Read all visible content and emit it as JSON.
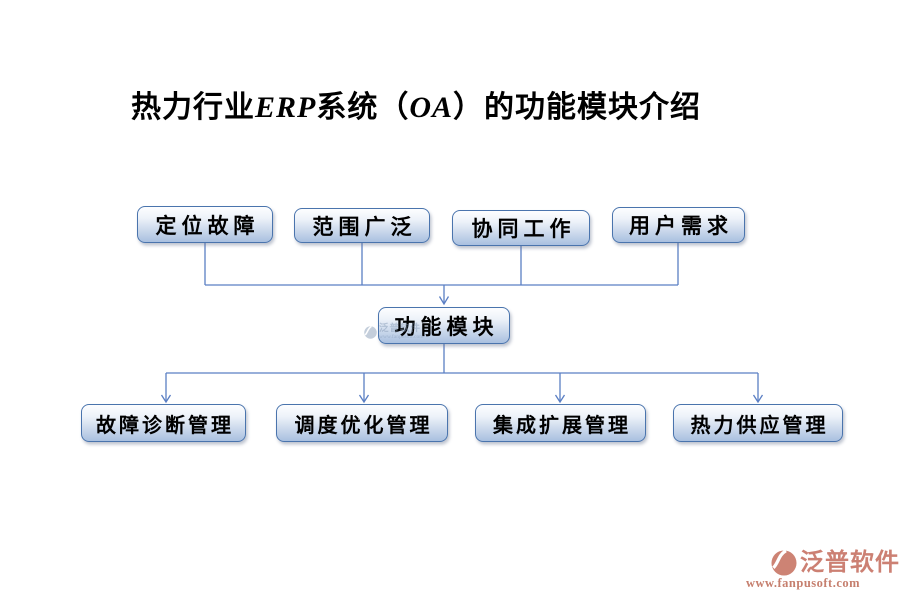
{
  "title": {
    "full": "热力行业ERP系统（OA）的功能模块介绍",
    "parts": [
      "热力行业",
      "ERP",
      "系统（",
      "OA",
      "）的功能模块介绍"
    ]
  },
  "diagram": {
    "top_row": [
      {
        "label": "定位故障"
      },
      {
        "label": "范围广泛"
      },
      {
        "label": "协同工作"
      },
      {
        "label": "用户需求"
      }
    ],
    "center": {
      "label": "功能模块"
    },
    "bottom_row": [
      {
        "label": "故障诊断管理"
      },
      {
        "label": "调度优化管理"
      },
      {
        "label": "集成扩展管理"
      },
      {
        "label": "热力供应管理"
      }
    ],
    "colors": {
      "node_border": "#4a74ad",
      "node_fill_top": "#fdfeff",
      "node_fill_bottom": "#a9c0e0",
      "connector": "#5b7fc4"
    }
  },
  "center_watermark": {
    "text": "泛普软件",
    "url": "www.fanpusoft.com"
  },
  "footer": {
    "brand": "泛普软件",
    "url": "www.fanpusoft.com",
    "brand_color": "#cc8073"
  }
}
